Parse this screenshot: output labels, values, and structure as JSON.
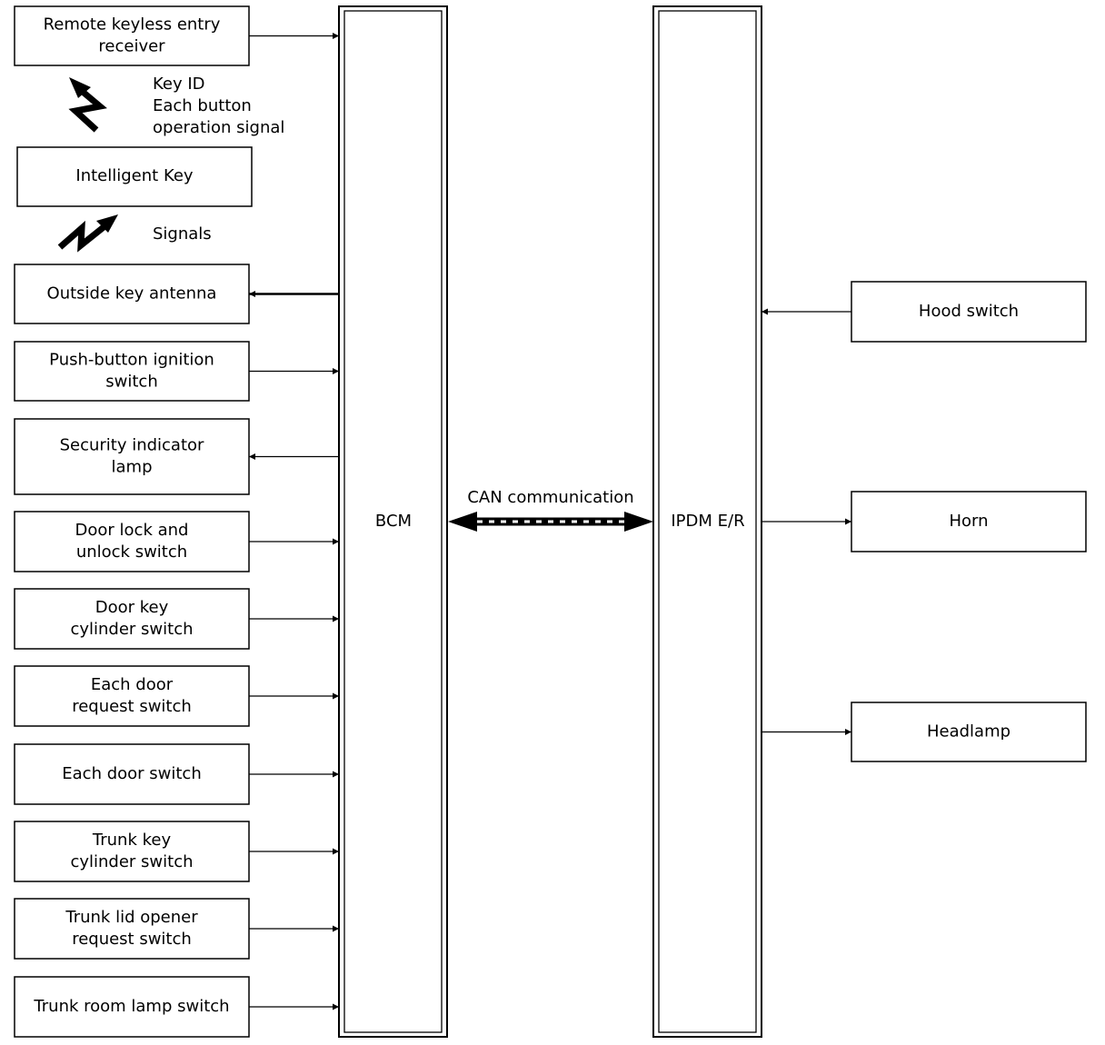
{
  "left_components": [
    {
      "id": "remote-keyless-entry-receiver",
      "lines": [
        "Remote keyless entry",
        "receiver"
      ],
      "direction": "to-bcm"
    },
    {
      "id": "outside-key-antenna",
      "lines": [
        "Outside key antenna"
      ],
      "direction": "from-bcm"
    },
    {
      "id": "push-button-ignition-switch",
      "lines": [
        "Push-button ignition",
        "switch"
      ],
      "direction": "to-bcm"
    },
    {
      "id": "security-indicator-lamp",
      "lines": [
        "Security indicator",
        "lamp"
      ],
      "direction": "from-bcm"
    },
    {
      "id": "door-lock-and-unlock-switch",
      "lines": [
        "Door lock and",
        "unlock switch"
      ],
      "direction": "to-bcm"
    },
    {
      "id": "door-key-cylinder-switch",
      "lines": [
        "Door key",
        "cylinder switch"
      ],
      "direction": "to-bcm"
    },
    {
      "id": "each-door-request-switch",
      "lines": [
        "Each door",
        "request switch"
      ],
      "direction": "to-bcm"
    },
    {
      "id": "each-door-switch",
      "lines": [
        "Each door switch"
      ],
      "direction": "to-bcm"
    },
    {
      "id": "trunk-key-cylinder-switch",
      "lines": [
        "Trunk key",
        "cylinder switch"
      ],
      "direction": "to-bcm"
    },
    {
      "id": "trunk-lid-opener-request-switch",
      "lines": [
        "Trunk lid opener",
        "request switch"
      ],
      "direction": "to-bcm"
    },
    {
      "id": "trunk-room-lamp-switch",
      "lines": [
        "Trunk room lamp switch"
      ],
      "direction": "to-bcm"
    }
  ],
  "intelligent_key": {
    "label": "Intelligent Key"
  },
  "wireless_labels": {
    "upper": [
      "Key ID",
      "Each button",
      "operation signal"
    ],
    "lower": [
      "Signals"
    ]
  },
  "bcm": {
    "label": "BCM"
  },
  "ipdm": {
    "label": "IPDM E/R"
  },
  "can_link": {
    "label": "CAN communication"
  },
  "right_components": [
    {
      "id": "hood-switch",
      "lines": [
        "Hood switch"
      ],
      "direction": "to-ipdm"
    },
    {
      "id": "horn",
      "lines": [
        "Horn"
      ],
      "direction": "from-ipdm"
    },
    {
      "id": "headlamp",
      "lines": [
        "Headlamp"
      ],
      "direction": "from-ipdm"
    }
  ]
}
